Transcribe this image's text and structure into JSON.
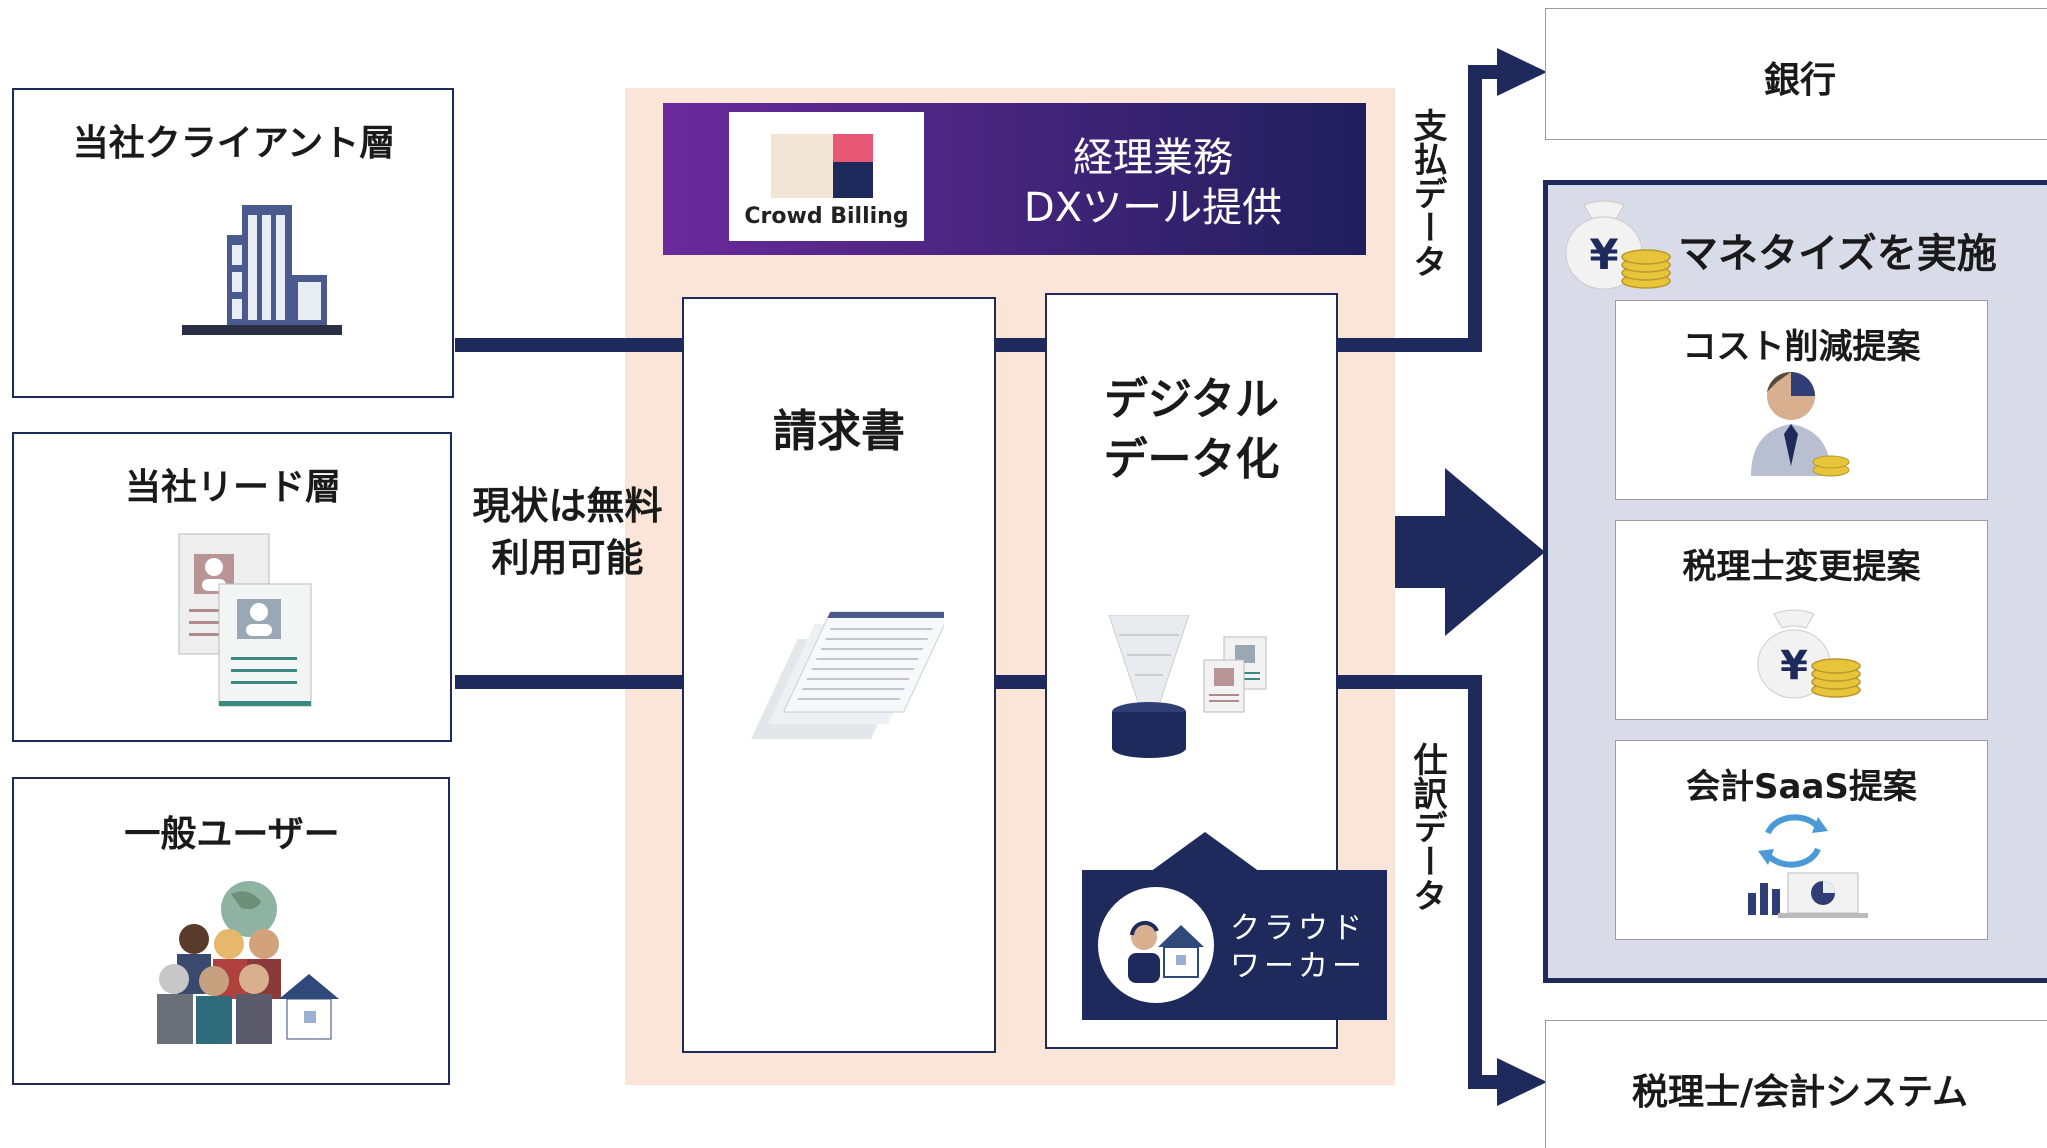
{
  "left": {
    "clients": "当社クライアント層",
    "leads": "当社リード層",
    "general": "一般ユーザー",
    "free_note": [
      "現状は無料",
      "利用可能"
    ]
  },
  "center": {
    "logo_text": "Crowd Billing",
    "banner": [
      "経理業務",
      "DXツール提供"
    ],
    "invoice": "請求書",
    "digital": [
      "デジタル",
      "データ化"
    ],
    "crowd_worker": [
      "クラウド",
      "ワーカー"
    ]
  },
  "flows": {
    "payment": "支払データ",
    "journal": "仕訳データ"
  },
  "right": {
    "bank": "銀行",
    "monetize": "マネタイズを実施",
    "cost": "コスト削減提案",
    "tax": "税理士変更提案",
    "saas": "会計SaaS提案",
    "tax_system": "税理士/会計システム"
  },
  "colors": {
    "navy": "#1f2a5c",
    "peach": "#fbe5d9",
    "purple_start": "#6a2a9b",
    "purple_end": "#1f1f5c",
    "panel": "#d9dbe8"
  }
}
